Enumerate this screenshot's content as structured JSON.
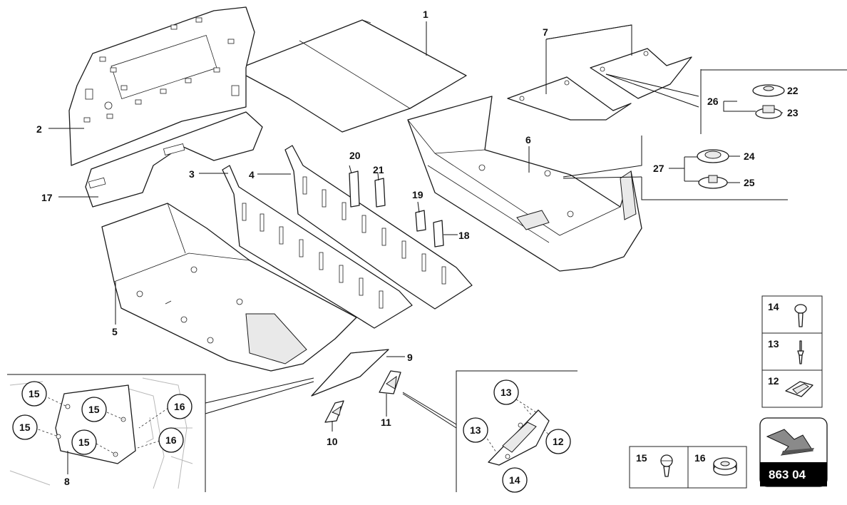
{
  "diagram": {
    "part_labels": [
      "1",
      "2",
      "3",
      "4",
      "5",
      "6",
      "7",
      "8",
      "9",
      "10",
      "11",
      "17",
      "18",
      "19",
      "20",
      "21",
      "22",
      "23",
      "24",
      "25",
      "26",
      "27"
    ],
    "detail_labels": {
      "left_circles": [
        "15",
        "15",
        "15",
        "15",
        "16",
        "16"
      ],
      "right_circles": [
        "13",
        "13",
        "12",
        "14"
      ]
    },
    "legend": {
      "vertical": [
        "14",
        "13",
        "12"
      ],
      "horizontal": [
        "15",
        "16"
      ]
    },
    "badge": {
      "code": "863 04"
    }
  }
}
